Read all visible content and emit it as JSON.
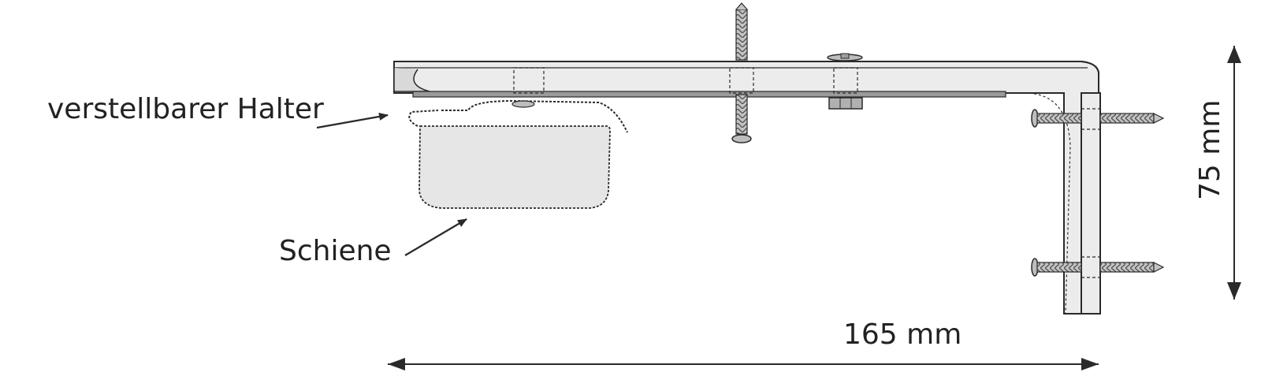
{
  "labels": {
    "adjustable_holder": "verstellbarer Halter",
    "rail": "Schiene",
    "width_dimension": "165 mm",
    "height_dimension": "75 mm"
  },
  "colors": {
    "line": "#2a2a2a",
    "bracket_fill": "#ececec",
    "rail_fill": "#e6e6e6",
    "screw_fill": "#bdbdbd",
    "underside_fill": "#9a9a9a"
  },
  "icons": [
    "screw-icon",
    "nut-icon",
    "arrow-icon"
  ]
}
